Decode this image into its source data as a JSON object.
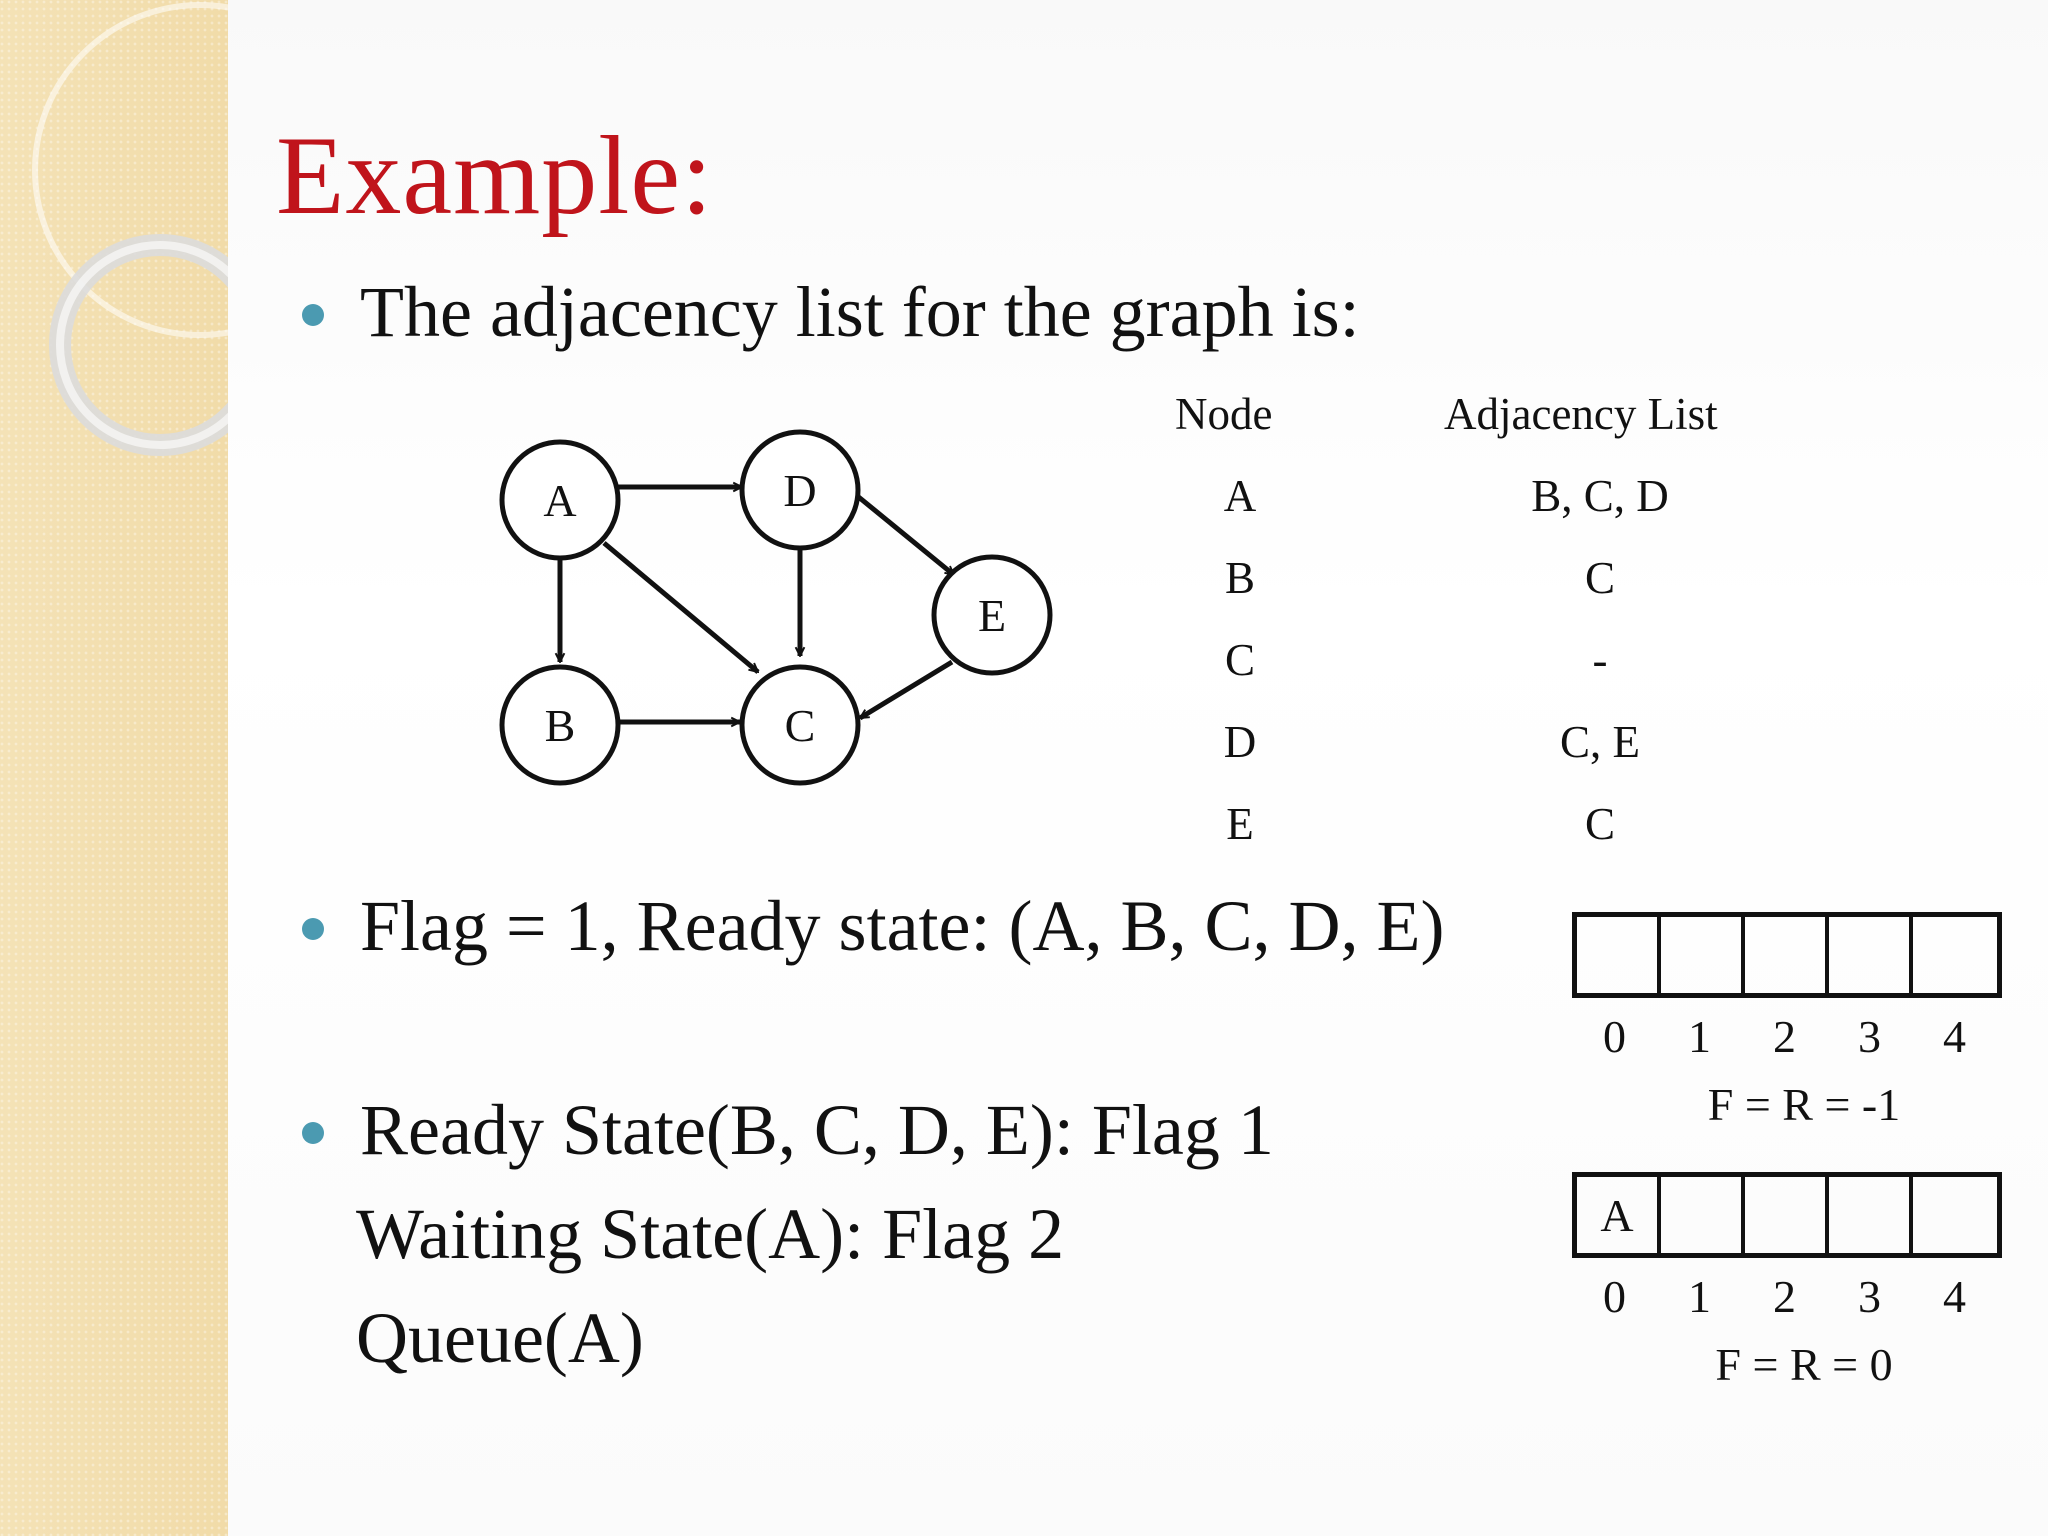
{
  "title": "Example:",
  "bullets": {
    "b1": "The adjacency list for the graph is:",
    "b2": "Flag = 1, Ready state: (A, B, C, D, E)",
    "b3_line1": "Ready State(B, C, D, E): Flag 1",
    "b3_line2": "Waiting State(A): Flag 2",
    "b3_line3": "Queue(A)"
  },
  "graph": {
    "nodes": [
      "A",
      "B",
      "C",
      "D",
      "E"
    ],
    "edges": [
      [
        "A",
        "D"
      ],
      [
        "A",
        "B"
      ],
      [
        "A",
        "C"
      ],
      [
        "D",
        "C"
      ],
      [
        "D",
        "E"
      ],
      [
        "B",
        "C"
      ],
      [
        "E",
        "C"
      ]
    ]
  },
  "adjacency_table": {
    "headers": [
      "Node",
      "Adjacency List"
    ],
    "rows": [
      {
        "node": "A",
        "list": "B, C, D"
      },
      {
        "node": "B",
        "list": "C"
      },
      {
        "node": "C",
        "list": "-"
      },
      {
        "node": "D",
        "list": "C, E"
      },
      {
        "node": "E",
        "list": "C"
      }
    ]
  },
  "queues": [
    {
      "cells": [
        "",
        "",
        "",
        "",
        ""
      ],
      "indices": [
        "0",
        "1",
        "2",
        "3",
        "4"
      ],
      "pointer_label": "F = R = -1"
    },
    {
      "cells": [
        "A",
        "",
        "",
        "",
        ""
      ],
      "indices": [
        "0",
        "1",
        "2",
        "3",
        "4"
      ],
      "pointer_label": "F = R = 0"
    }
  ]
}
